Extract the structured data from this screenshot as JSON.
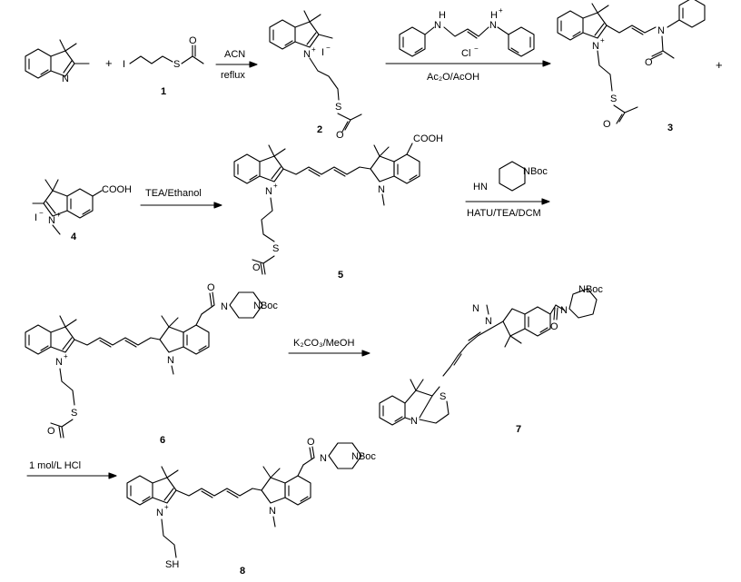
{
  "compounds": {
    "c1": "1",
    "c2": "2",
    "c3": "3",
    "c4": "4",
    "c5": "5",
    "c6": "6",
    "c7": "7",
    "c8": "8"
  },
  "plus_sign": "+",
  "atoms": {
    "N": "N",
    "N_plus": "N",
    "plus": "+",
    "iodide": "I",
    "minus": "−",
    "I": "I",
    "S": "S",
    "O": "O",
    "H": "H",
    "chloride": "Cl",
    "COOH": "COOH",
    "NBoc": "NBoc",
    "HN": "HN",
    "SH": "SH"
  },
  "conditions": {
    "step1_top": "ACN",
    "step1_bottom": "reflux",
    "step2_reagent_salt": "Cl",
    "step2_bottom": "Ac₂O/AcOH",
    "step3": "TEA/Ethanol",
    "step4_bottom": "HATU/TEA/DCM",
    "step5": "K₂CO₃/MeOH",
    "step6": "1 mol/L HCl"
  }
}
